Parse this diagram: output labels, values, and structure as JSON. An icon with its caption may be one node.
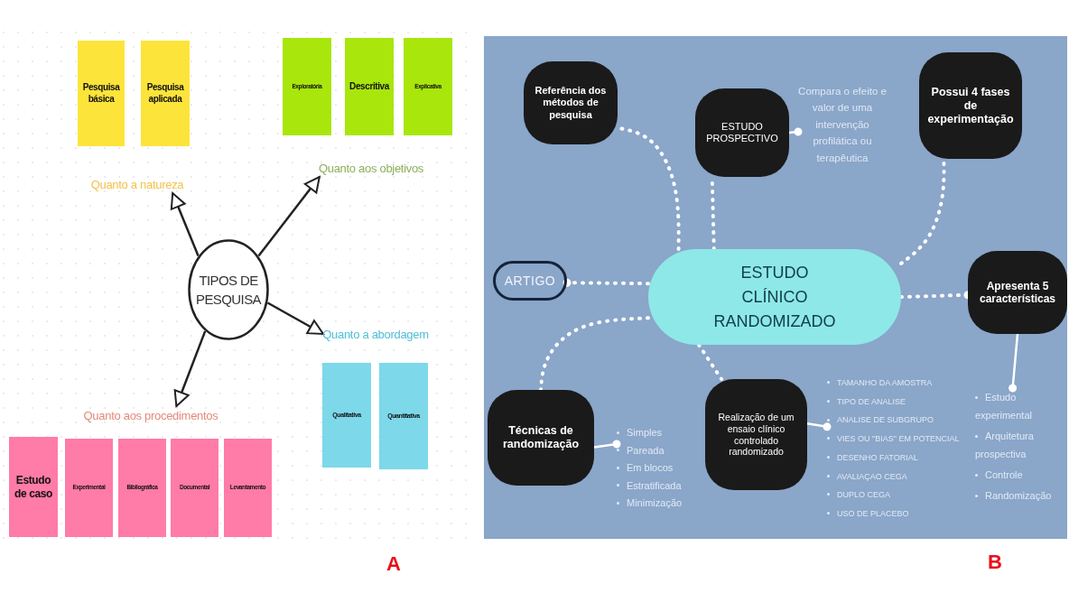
{
  "diagram": {
    "nodes": [
      {
        "text": [
          "TIPOS DE PESQUISA"
        ]
      },
      {
        "text": [
          "Quanto a natureza"
        ]
      },
      {
        "text": [
          "Pesquisa básica"
        ]
      },
      {
        "text": [
          "Pesquisa aplicada"
        ]
      },
      {
        "text": [
          "Quanto aos objetivos"
        ]
      },
      {
        "text": [
          "Exploratória"
        ]
      },
      {
        "text": [
          "Descritiva"
        ]
      },
      {
        "text": [
          "Explicativa"
        ]
      },
      {
        "text": [
          "Quanto a abordagem"
        ]
      },
      {
        "text": [
          "Qualitativa"
        ]
      },
      {
        "text": [
          "Quantitativa"
        ]
      },
      {
        "text": [
          "Quanto aos procedimentos"
        ]
      },
      {
        "text": [
          "Estudo de caso"
        ]
      },
      {
        "text": [
          "Experimental"
        ]
      },
      {
        "text": [
          "Bibliográfica"
        ]
      },
      {
        "text": [
          "Documental"
        ]
      },
      {
        "text": [
          "Levantamento"
        ]
      },
      {
        "text": [
          "Referência dos métodos de pesquisa"
        ]
      },
      {
        "text": [
          "ESTUDO PROSPECTIVO"
        ]
      },
      {
        "text": [
          "Compara o efeito e valor de uma intervenção profilática ou terapêutica"
        ]
      },
      {
        "text": [
          "Possui 4 fases de experimentação"
        ]
      },
      {
        "text": [
          "ARTIGO"
        ]
      },
      {
        "text": [
          "ESTUDO CLÍNICO RANDOMIZADO"
        ]
      },
      {
        "text": [
          "Apresenta 5 características"
        ]
      },
      {
        "text": [
          "Técnicas de randomização"
        ]
      },
      {
        "text": [
          "Simples",
          "Pareada",
          "Em blocos",
          "Estratificada",
          "Minimização"
        ]
      },
      {
        "text": [
          "Realização de um ensaio clínico controlado randomizado"
        ]
      },
      {
        "text": [
          "TAMANHO DA AMOSTRA",
          "TIPO DE ANALISE",
          "ANALISE DE SUBGRUPO",
          "VIES OU \"BIAS\" EM POTENCIAL",
          "DESENHO FATORIAL",
          "AVALIAÇAO CEGA",
          "DUPLO CEGA",
          "USO DE PLACEBO"
        ]
      },
      {
        "text": [
          "Estudo experimental",
          "Arquitetura prospectiva",
          "Controle",
          "Randomização"
        ]
      }
    ],
    "edges": [
      {
        "from": 0,
        "to": 1,
        "arrow": "to",
        "color": "#222222"
      },
      {
        "from": 0,
        "to": 4,
        "arrow": "to",
        "color": "#222222"
      },
      {
        "from": 0,
        "to": 8,
        "arrow": "to",
        "color": "#222222"
      },
      {
        "from": 0,
        "to": 11,
        "arrow": "to",
        "color": "#222222"
      },
      {
        "from": 22,
        "to": 17,
        "arrow": "none",
        "style": "dashed"
      },
      {
        "from": 22,
        "to": 18,
        "arrow": "none",
        "style": "dashed"
      },
      {
        "from": 22,
        "to": 20,
        "arrow": "none",
        "style": "dashed"
      },
      {
        "from": 22,
        "to": 21,
        "arrow": "other",
        "style": "dashed"
      },
      {
        "from": 22,
        "to": 23,
        "arrow": "other",
        "style": "dashed"
      },
      {
        "from": 22,
        "to": 24,
        "arrow": "none",
        "style": "dashed"
      },
      {
        "from": 22,
        "to": 26,
        "arrow": "none",
        "style": "dashed"
      },
      {
        "from": 18,
        "to": 19,
        "arrow": "other"
      },
      {
        "from": 24,
        "to": 25,
        "arrow": "other"
      },
      {
        "from": 26,
        "to": 27,
        "arrow": "other"
      },
      {
        "from": 23,
        "to": 28,
        "arrow": "other"
      }
    ],
    "labels": [
      "A",
      "B"
    ]
  }
}
